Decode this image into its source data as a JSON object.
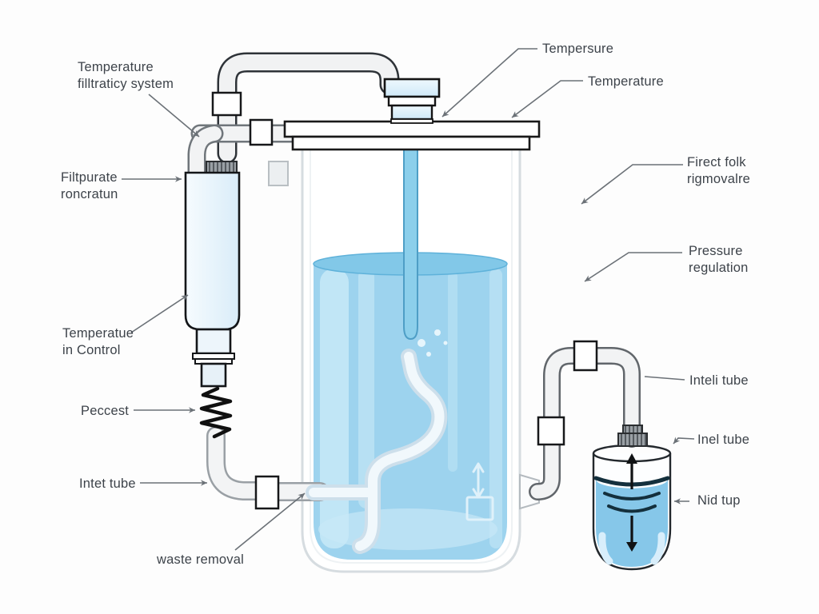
{
  "labels": {
    "temperature_filtration_system": "Temperature\nfilltraticy system",
    "filtrate_concentration": "Filtpurate\nroncratun",
    "temperature_in_control": "Temperatue\nin Control",
    "process": "Peccest",
    "inlet_tube_left": "Intet tube",
    "waste_removal": "waste removal",
    "temperature_sensor": "Tempersure",
    "temperature_lid": "Temperature",
    "direct_flow_removal": "Firect folk\nrigmovalre",
    "pressure_regulation": "Pressure\nregulation",
    "inlet_tube_upper_right": "Inteli tube",
    "inlet_tube_lower_right": "Inel tube",
    "nid_tup": "Nid tup"
  },
  "colors": {
    "background": "#fdfdfd",
    "label_text": "#3d434a",
    "leader_line": "#6b7177",
    "outline_dark": "#1b1e22",
    "tube_fill": "#f1f2f3",
    "beaker_liquid": "#9dd3ee",
    "liquid_surface": "#82c8e8",
    "rod_blue": "#8ccfeb",
    "bottle_liquid": "#86c7e9",
    "bottle_line_dark": "#14303d",
    "cap_gray": "#9aa0a5"
  }
}
